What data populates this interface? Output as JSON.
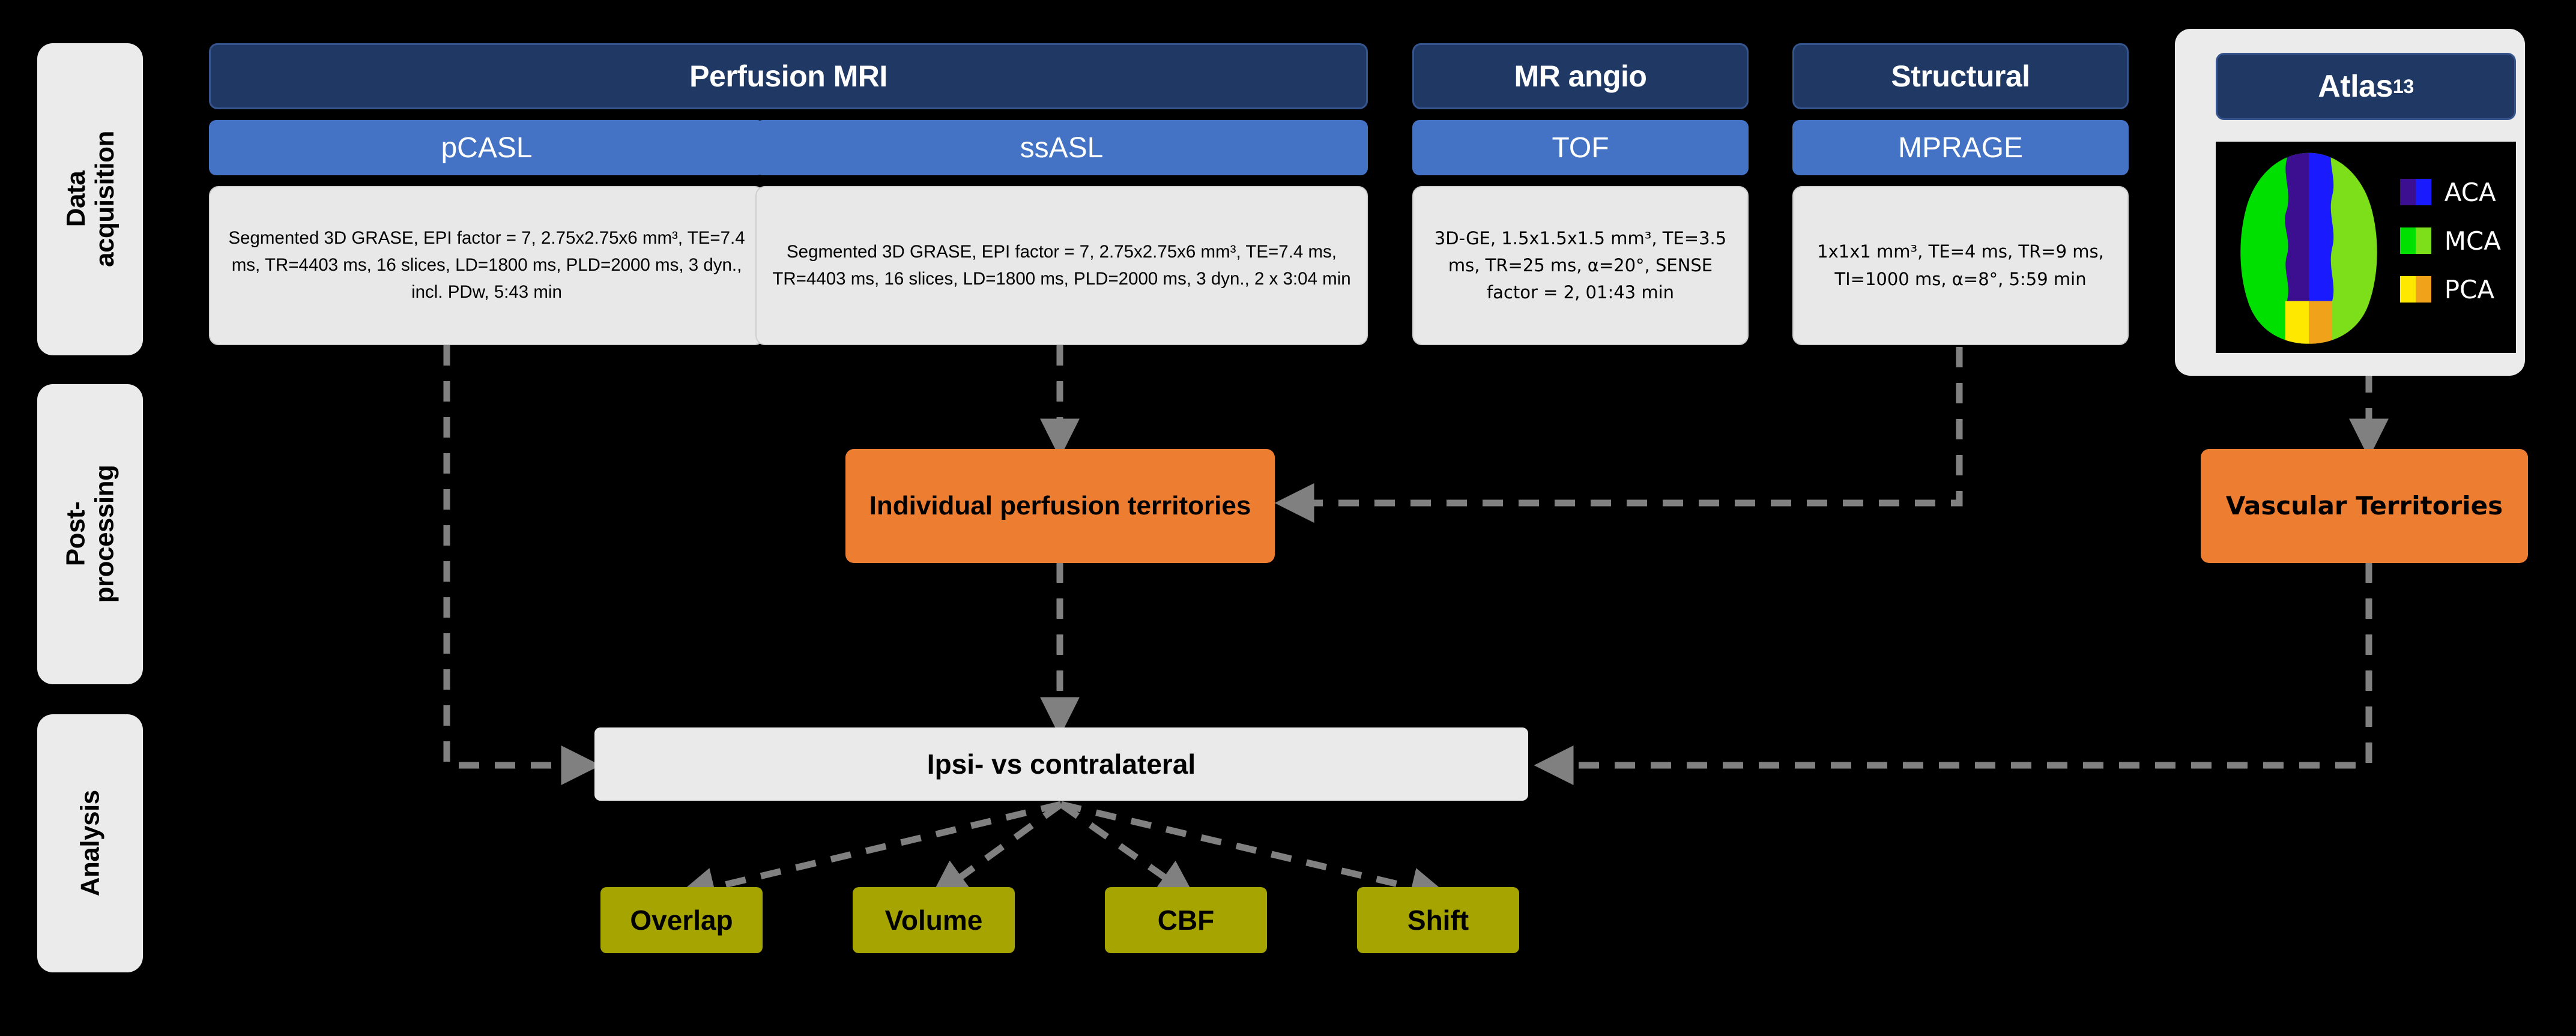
{
  "stages": [
    {
      "label": "Data\nacquisition"
    },
    {
      "label": "Post-processing"
    },
    {
      "label": "Analysis"
    }
  ],
  "columns": {
    "perfusion": {
      "header": "Perfusion MRI",
      "subheaders": [
        "pCASL",
        "ssASL"
      ],
      "params": [
        "Segmented 3D GRASE, EPI factor = 7, 2.75x2.75x6 mm³, TE=7.4 ms, TR=4403 ms, 16 slices, LD=1800 ms, PLD=2000 ms, 3 dyn., incl. PDw, 5:43 min",
        "Segmented 3D GRASE, EPI factor = 7, 2.75x2.75x6 mm³, TE=7.4 ms, TR=4403 ms, 16 slices, LD=1800 ms, PLD=2000 ms, 3 dyn., 2 x 3:04 min"
      ]
    },
    "angio": {
      "header": "MR angio",
      "subheader": "TOF",
      "params": "3D-GE, 1.5x1.5x1.5 mm³, TE=3.5 ms, TR=25 ms, α=20°, SENSE factor = 2, 01:43 min"
    },
    "structural": {
      "header": "Structural",
      "subheader": "MPRAGE",
      "params": "1x1x1 mm³, TE=4 ms, TR=9 ms, TI=1000 ms, α=8°, 5:59 min"
    },
    "atlas": {
      "header": "Atlas",
      "header_superscript": "13",
      "legend": [
        {
          "label": "ACA",
          "color_left": "#3b0f8f",
          "color_right": "#1a1aff"
        },
        {
          "label": "MCA",
          "color_left": "#00e000",
          "color_right": "#7ddf1a"
        },
        {
          "label": "PCA",
          "color_left": "#ffe800",
          "color_right": "#f0a21a"
        }
      ]
    }
  },
  "postprocessing": {
    "individual": "Individual perfusion territories",
    "vascular": "Vascular Territories"
  },
  "analysis": {
    "comparison": "Ipsi- vs contralateral",
    "outputs": [
      "Overlap",
      "Volume",
      "CBF",
      "Shift"
    ]
  },
  "colors": {
    "background": "#000000",
    "header_dark": "#203864",
    "header_mid": "#4472c4",
    "param_box": "#e8e8e8",
    "stage_box": "#ebebeb",
    "orange": "#ed7d31",
    "olive": "#a6a400",
    "connector": "#808080"
  }
}
